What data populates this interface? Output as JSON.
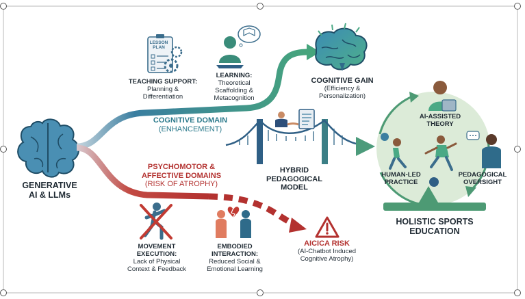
{
  "source": {
    "line1": "GENERATIVE",
    "line2": "AI & LLMs"
  },
  "cognitive_domain": {
    "title": "COGNITIVE DOMAIN",
    "subtitle": "(ENHANCEMENT)"
  },
  "psychomotor": {
    "title1": "PSYCHOMOTOR &",
    "title2": "AFFECTIVE DOMAINS",
    "subtitle": "(RISK OF ATROPHY)"
  },
  "teaching_support": {
    "title": "TEACHING SUPPORT:",
    "line1": "Planning &",
    "line2": "Differentiation",
    "icon_text1": "LESSON",
    "icon_text2": "PLAN"
  },
  "learning": {
    "title": "LEARNING:",
    "line1": "Theoretical",
    "line2": "Scaffolding &",
    "line3": "Metacognition"
  },
  "cognitive_gain": {
    "title": "COGNITIVE GAIN",
    "line1": "(Efficiency &",
    "line2": "Personalization)"
  },
  "bridge": {
    "line1": "HYBRID",
    "line2": "PEDAGOGICAL",
    "line3": "MODEL"
  },
  "movement": {
    "line1": "MOVEMENT",
    "line2": "EXECUTION:",
    "line3": "Lack of Physical",
    "line4": "Context & Feedback"
  },
  "embodied": {
    "line1": "EMBODIED",
    "line2": "INTERACTION:",
    "line3": "Reduced Social &",
    "line4": "Emotional Learning"
  },
  "aicica": {
    "title": "AICICA RISK",
    "line1": "(AI-Chatbot Induced",
    "line2": "Cognitive Atrophy)"
  },
  "holistic": {
    "ai_assisted1": "AI-ASSISTED",
    "ai_assisted2": "THEORY",
    "human_led1": "HUMAN-LED",
    "human_led2": "PRACTICE",
    "oversight1": "PEDAGOGICAL",
    "oversight2": "OVERSIGHT",
    "base1": "HOLISTIC SPORTS",
    "base2": "EDUCATION"
  },
  "colors": {
    "teal": "#2c7a8c",
    "green": "#4d9a74",
    "red": "#b3312f",
    "circle": "#dcebd8"
  }
}
